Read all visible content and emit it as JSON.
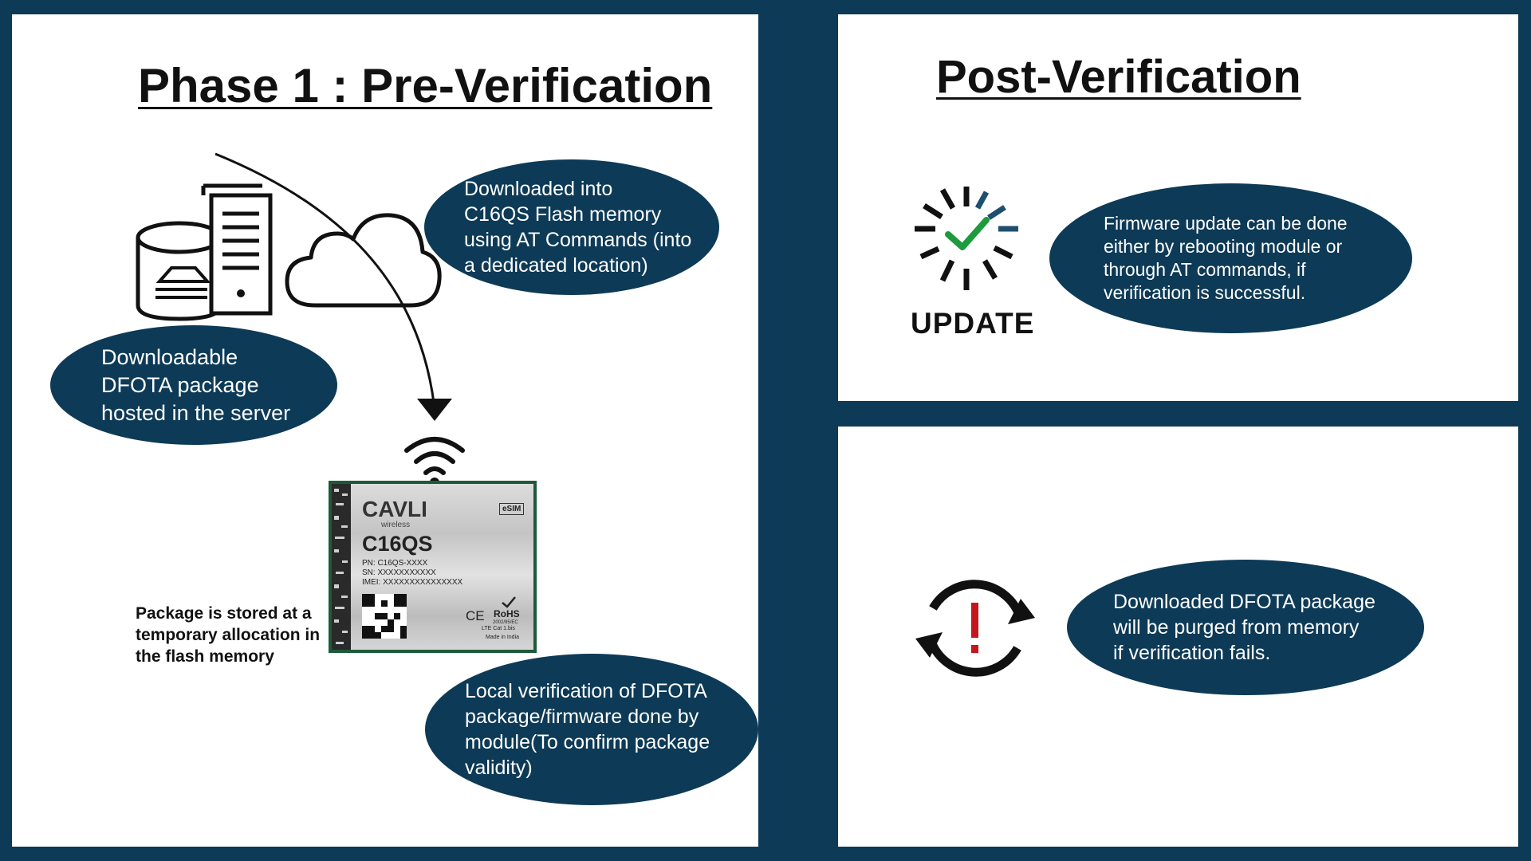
{
  "phase1": {
    "title": "Phase 1 : Pre-Verification",
    "server_label": "Downloadable\nDFOTA package\nhosted in the server",
    "download_label": "Downloaded into\nC16QS Flash memory\nusing AT Commands (into\na dedicated location)",
    "storage_note": "Package is stored at a\ntemporary allocation in\nthe flash memory",
    "verify_label": "Local verification of DFOTA\npackage/firmware done by\nmodule(To confirm package\nvalidity)"
  },
  "chip": {
    "brand": "CAVLI",
    "brand_sub": "wireless",
    "esim": "eSIM",
    "model": "C16QS",
    "pn": "PN: C16QS-XXXX",
    "sn": "SN: XXXXXXXXXXX",
    "imei": "IMEI: XXXXXXXXXXXXXXX",
    "ce": "CE",
    "rohs": "RoHS",
    "rohs_sub": "2002/95/EC",
    "lte": "LTE Cat 1.bis",
    "made_in": "Made in India"
  },
  "post": {
    "title": "Post-Verification",
    "update_label": "UPDATE",
    "success_text": "Firmware update can be done\neither by rebooting module or\nthrough AT commands, if\nverification is successful.",
    "fail_text": "Downloaded DFOTA package\nwill be purged from memory\nif verification fails."
  },
  "colors": {
    "navy": "#0d3a56",
    "check_green": "#1f9a3c",
    "warn_red": "#c4161c"
  }
}
